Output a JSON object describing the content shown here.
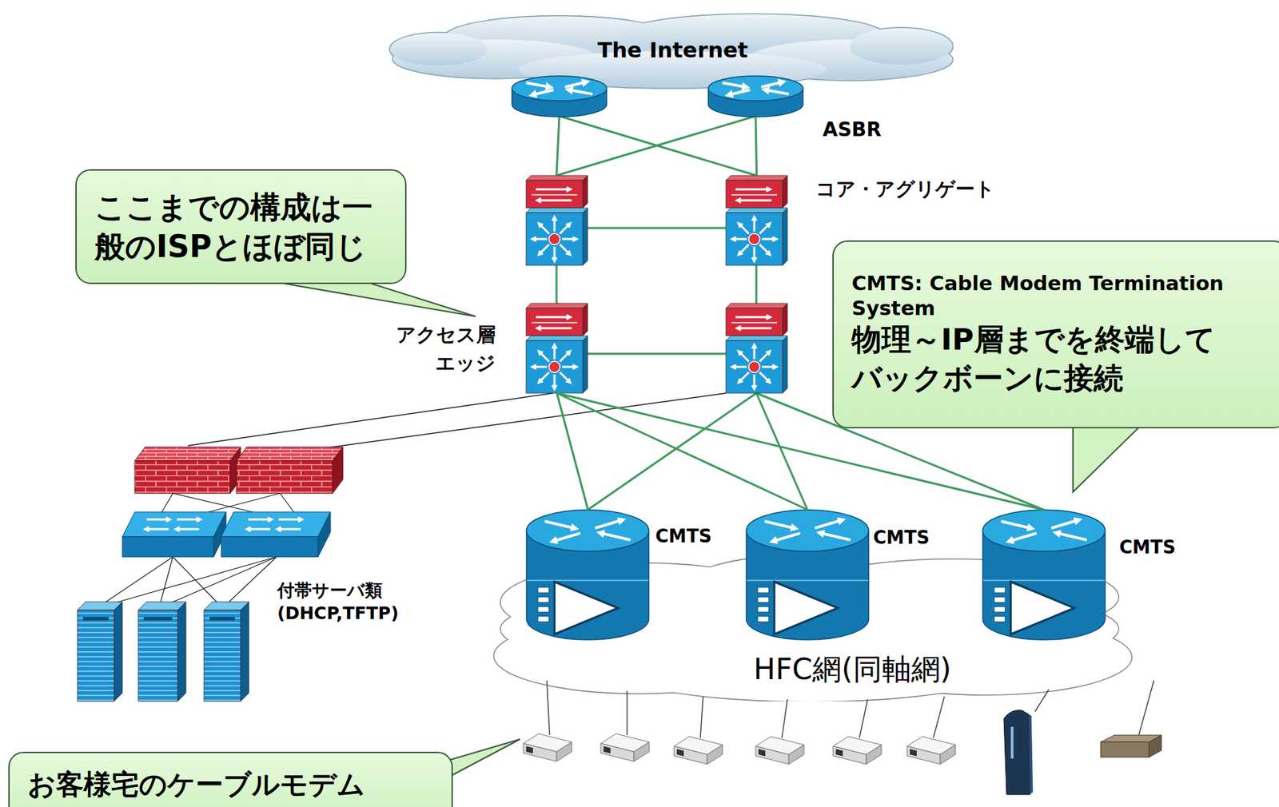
{
  "diagram": {
    "nodes": [
      {
        "text": [
          "The Internet"
        ]
      },
      {
        "text": [
          "ASBR"
        ]
      },
      {
        "text": [
          "コア・アグリゲート"
        ]
      },
      {
        "text": [
          "ここまでの構成は一般のISPとほぼ同じ"
        ]
      },
      {
        "text": [
          "アクセス層 エッジ"
        ]
      },
      {
        "text": [
          "CMTS: Cable Modem Termination System",
          "物理～IP層までを終端して バックボーンに接続"
        ]
      },
      {
        "text": [
          "付帯サーバ類 (DHCP,TFTP)"
        ]
      },
      {
        "text": [
          "CMTS"
        ]
      },
      {
        "text": [
          "CMTS"
        ]
      },
      {
        "text": [
          "CMTS"
        ]
      },
      {
        "text": [
          "HFC網(同軸網)"
        ]
      },
      {
        "text": [
          "お客様宅のケーブルモデム"
        ]
      }
    ],
    "edges": [
      {
        "from": 1,
        "to": 2,
        "arrow": "none"
      },
      {
        "from": 4,
        "to": 7,
        "arrow": "none"
      },
      {
        "from": 4,
        "to": 8,
        "arrow": "none"
      },
      {
        "from": 4,
        "to": 9,
        "arrow": "none"
      }
    ]
  }
}
